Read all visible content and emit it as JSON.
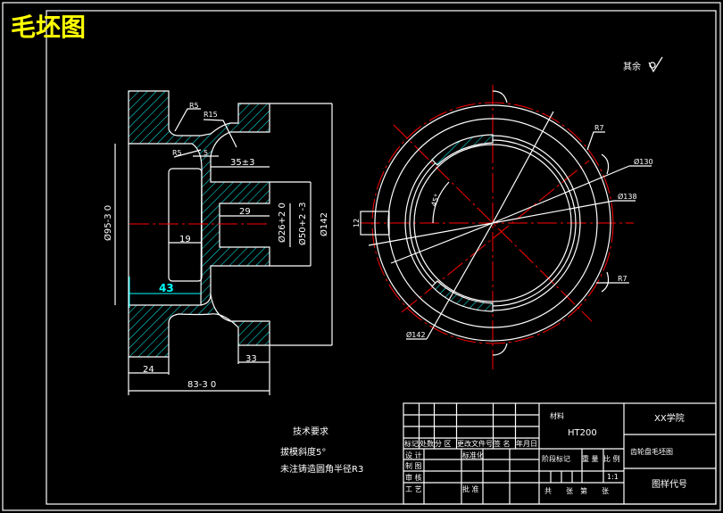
{
  "title": "毛坯图",
  "surface_note": "其余",
  "section_view": {
    "dims": {
      "r5_top": "R5",
      "r15": "R15",
      "r5_side": "R5",
      "five": "5",
      "width_35": "35±3",
      "bore_depth": "29",
      "dia_95": "Ø95-3 0",
      "dia_26": "Ø26+2 0",
      "dia_50": "Ø50+2 -3",
      "dia_142": "Ø142",
      "pocket": "19",
      "inner_43": "43",
      "flange_24": "24",
      "rim_33": "33",
      "total_83": "83-3 0"
    }
  },
  "end_view": {
    "dims": {
      "r7_top": "R7",
      "dia_130": "Ø130",
      "dia_138": "Ø138",
      "angle": "45°",
      "slot": "12",
      "dia_142": "Ø142",
      "r7_bottom": "R7"
    }
  },
  "notes": {
    "heading": "技术要求",
    "lines": [
      "拔模斜度5°",
      "未注铸造圆角半径R3"
    ]
  },
  "title_block": {
    "headers": [
      "标记",
      "处数",
      "分 区",
      "更改文件号",
      "签 名",
      "年月日"
    ],
    "rows": [
      "设 计",
      "制 图",
      "审 核",
      "工 艺"
    ],
    "standardization": "标准化",
    "approve": "批 准",
    "material_label": "材料",
    "material": "HT200",
    "stage_mark": "阶段标记",
    "weight": "重 量",
    "scale_label": "比 例",
    "scale": "1:1",
    "sheets": "共　　张　第　　张",
    "school": "XX学院",
    "drawing_name": "齿轮盘毛坯图",
    "drawing_code": "图样代号"
  }
}
